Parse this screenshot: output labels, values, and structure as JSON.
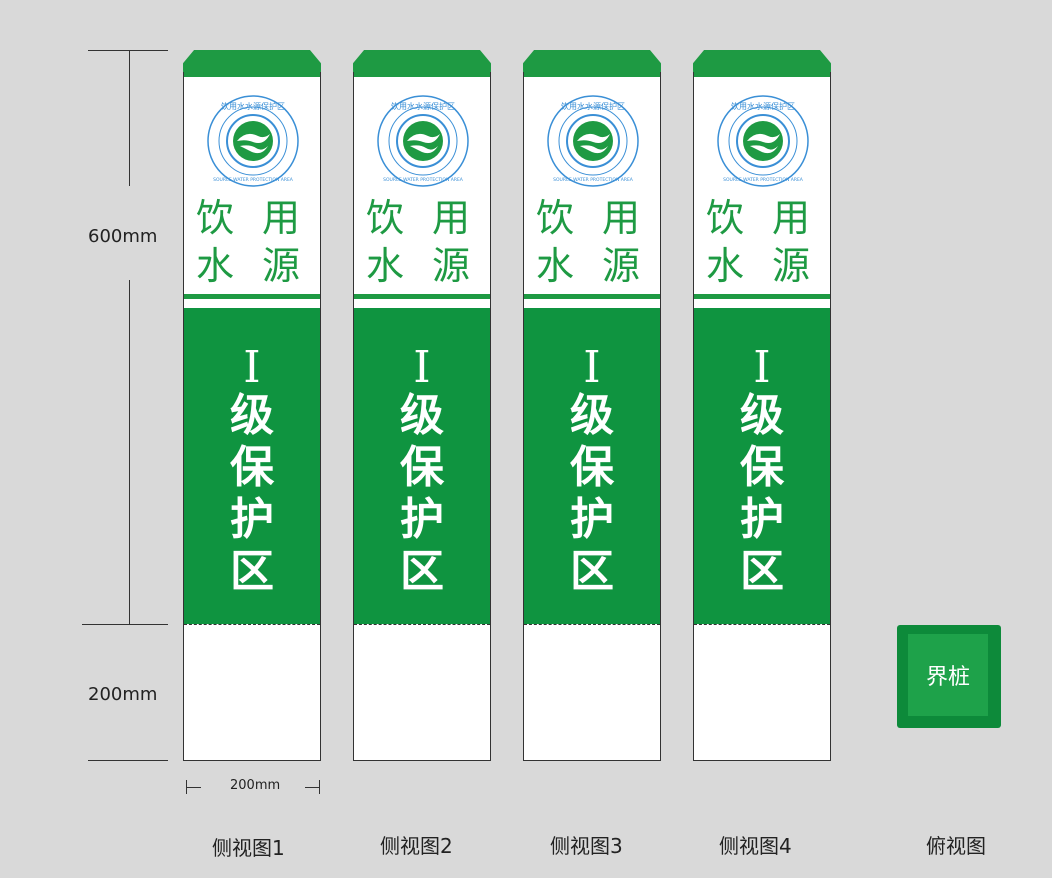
{
  "dimensions": {
    "height_upper": "600mm",
    "height_lower": "200mm",
    "width": "200mm"
  },
  "post": {
    "logo_ring_text": "饮用水水源保护区",
    "logo_en_text": "SOURCE WATER PROTECTION AREA",
    "line1": "饮 用",
    "line2": "水 源",
    "roman": "I",
    "vertical_text": [
      "级",
      "保",
      "护",
      "区"
    ]
  },
  "captions": [
    "侧视图1",
    "侧视图2",
    "侧视图3",
    "侧视图4",
    "俯视图"
  ],
  "topview_label": "界桩",
  "colors": {
    "green": "#0f9440",
    "cap_green": "#1e9a43",
    "background": "#d9d9d9"
  }
}
